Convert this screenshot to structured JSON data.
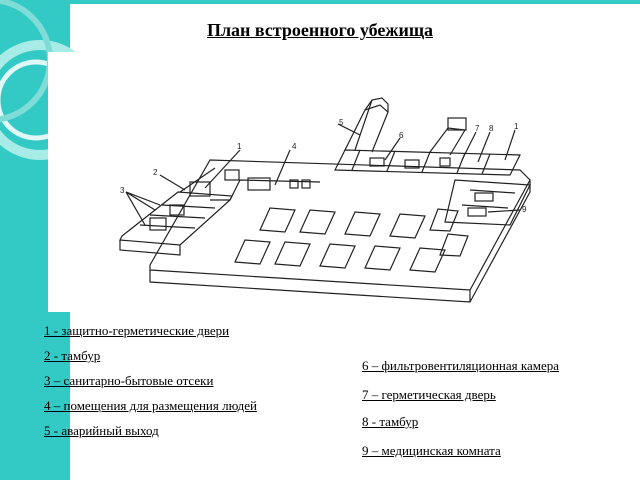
{
  "title": "План встроенного убежища",
  "diagram_labels": [
    "1",
    "2",
    "3",
    "4",
    "5",
    "6",
    "7",
    "8",
    "1",
    "9"
  ],
  "legend_left": [
    "1 - защитно-герметические двери",
    "2 - тамбур",
    "3 – санитарно-бытовые отсеки",
    "4 – помещения для размещения людей",
    "5 - аварийный выход"
  ],
  "legend_right": [
    "6 – фильтровентиляционная камера",
    "7 – герметическая дверь",
    "8 - тамбур",
    "9 – медицинская комната"
  ],
  "colors": {
    "accent": "#33c9c4",
    "line": "#222222"
  }
}
